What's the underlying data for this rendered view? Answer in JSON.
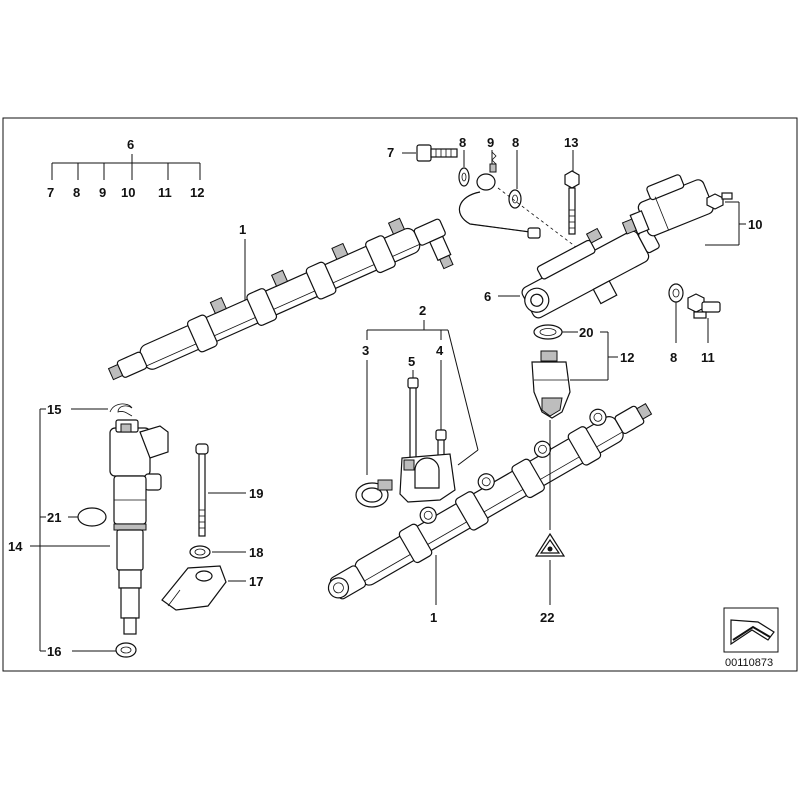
{
  "diagram": {
    "drawing_number": "00110873",
    "labels": {
      "l1a": "1",
      "l1b": "1",
      "l2": "2",
      "l3": "3",
      "l4": "4",
      "l5": "5",
      "l6a": "6",
      "l6b": "6",
      "l7a": "7",
      "l7b": "7",
      "l8a": "8",
      "l8b": "8",
      "l8c": "8",
      "l8d": "8",
      "l9a": "9",
      "l9b": "9",
      "l10a": "10",
      "l10b": "10",
      "l11a": "11",
      "l11b": "11",
      "l12a": "12",
      "l12b": "12",
      "l13": "13",
      "l14": "14",
      "l15": "15",
      "l16": "16",
      "l17": "17",
      "l18": "18",
      "l19": "19",
      "l20": "20",
      "l21": "21",
      "l22": "22"
    }
  }
}
